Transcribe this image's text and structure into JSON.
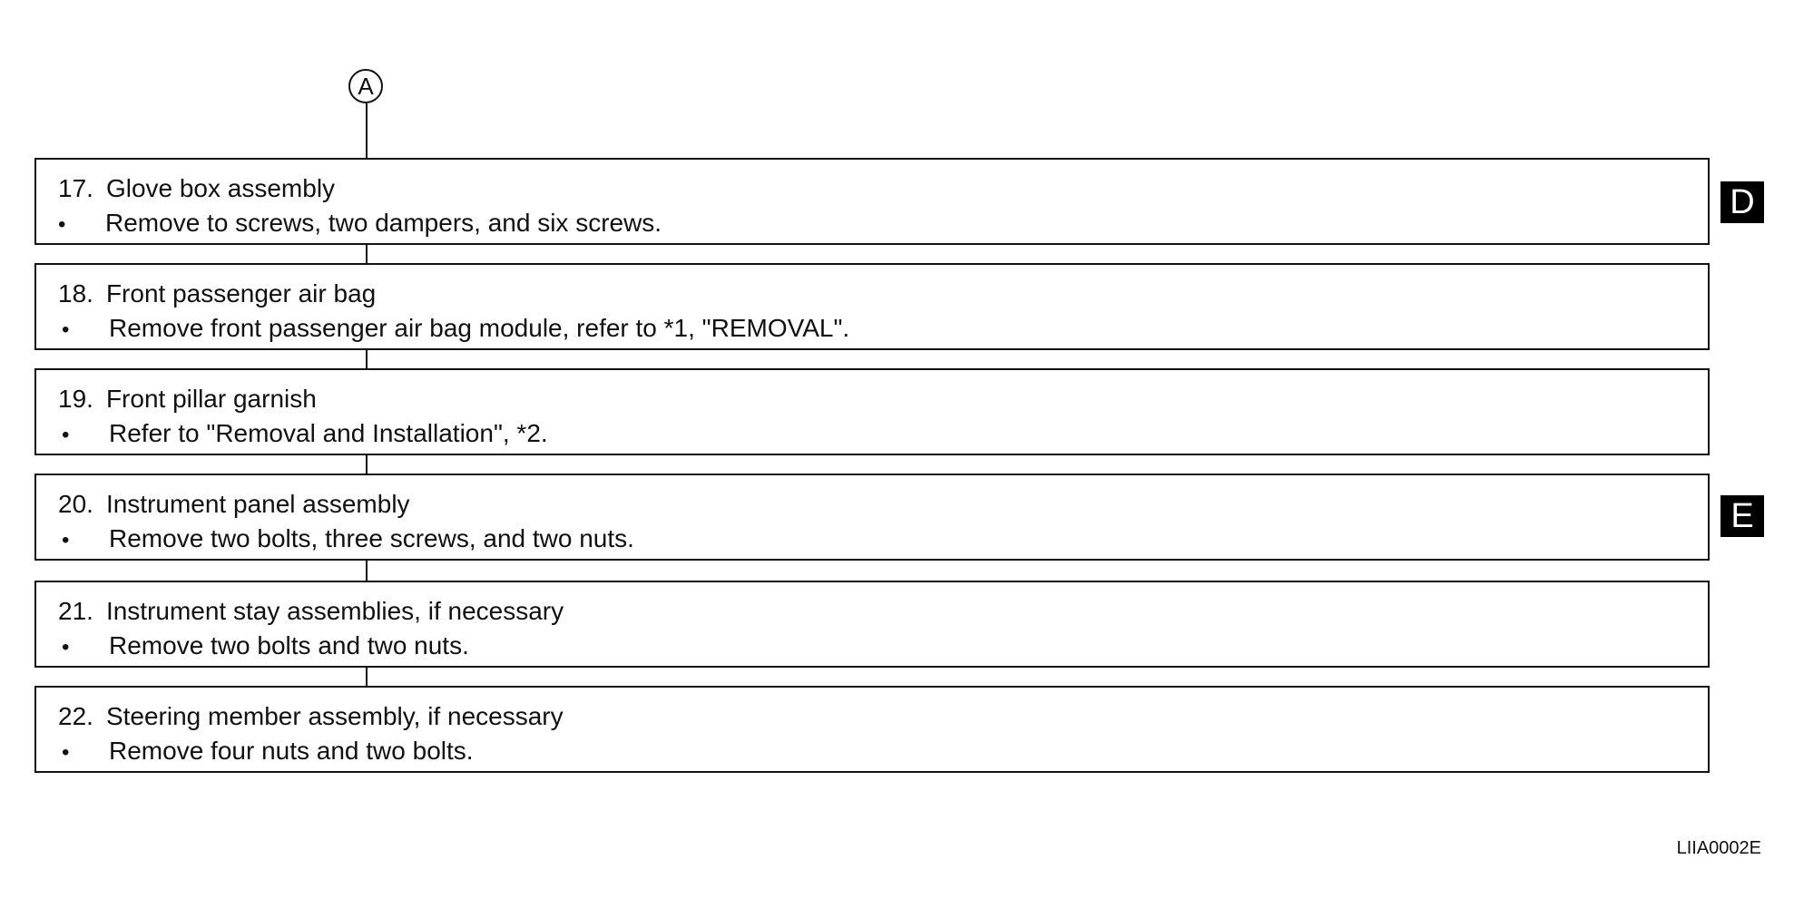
{
  "connector": {
    "label": "A"
  },
  "steps": [
    {
      "number": "17.",
      "title": "Glove box assembly",
      "detail": "Remove to screws, two dampers, and six screws."
    },
    {
      "number": "18.",
      "title": "Front passenger air bag",
      "detail": "Remove front passenger air bag module, refer to *1, \"REMOVAL\"."
    },
    {
      "number": "19.",
      "title": "Front pillar garnish",
      "detail": "Refer to \"Removal and Installation\", *2."
    },
    {
      "number": "20.",
      "title": "Instrument panel assembly",
      "detail": "Remove two bolts, three screws, and two nuts."
    },
    {
      "number": "21.",
      "title": "Instrument stay assemblies, if necessary",
      "detail": "Remove two bolts and two nuts."
    },
    {
      "number": "22.",
      "title": "Steering member assembly, if necessary",
      "detail": "Remove four nuts and two bolts."
    }
  ],
  "bullet": "•",
  "side_labels": [
    "D",
    "E"
  ],
  "figure_id": "LIIA0002E"
}
